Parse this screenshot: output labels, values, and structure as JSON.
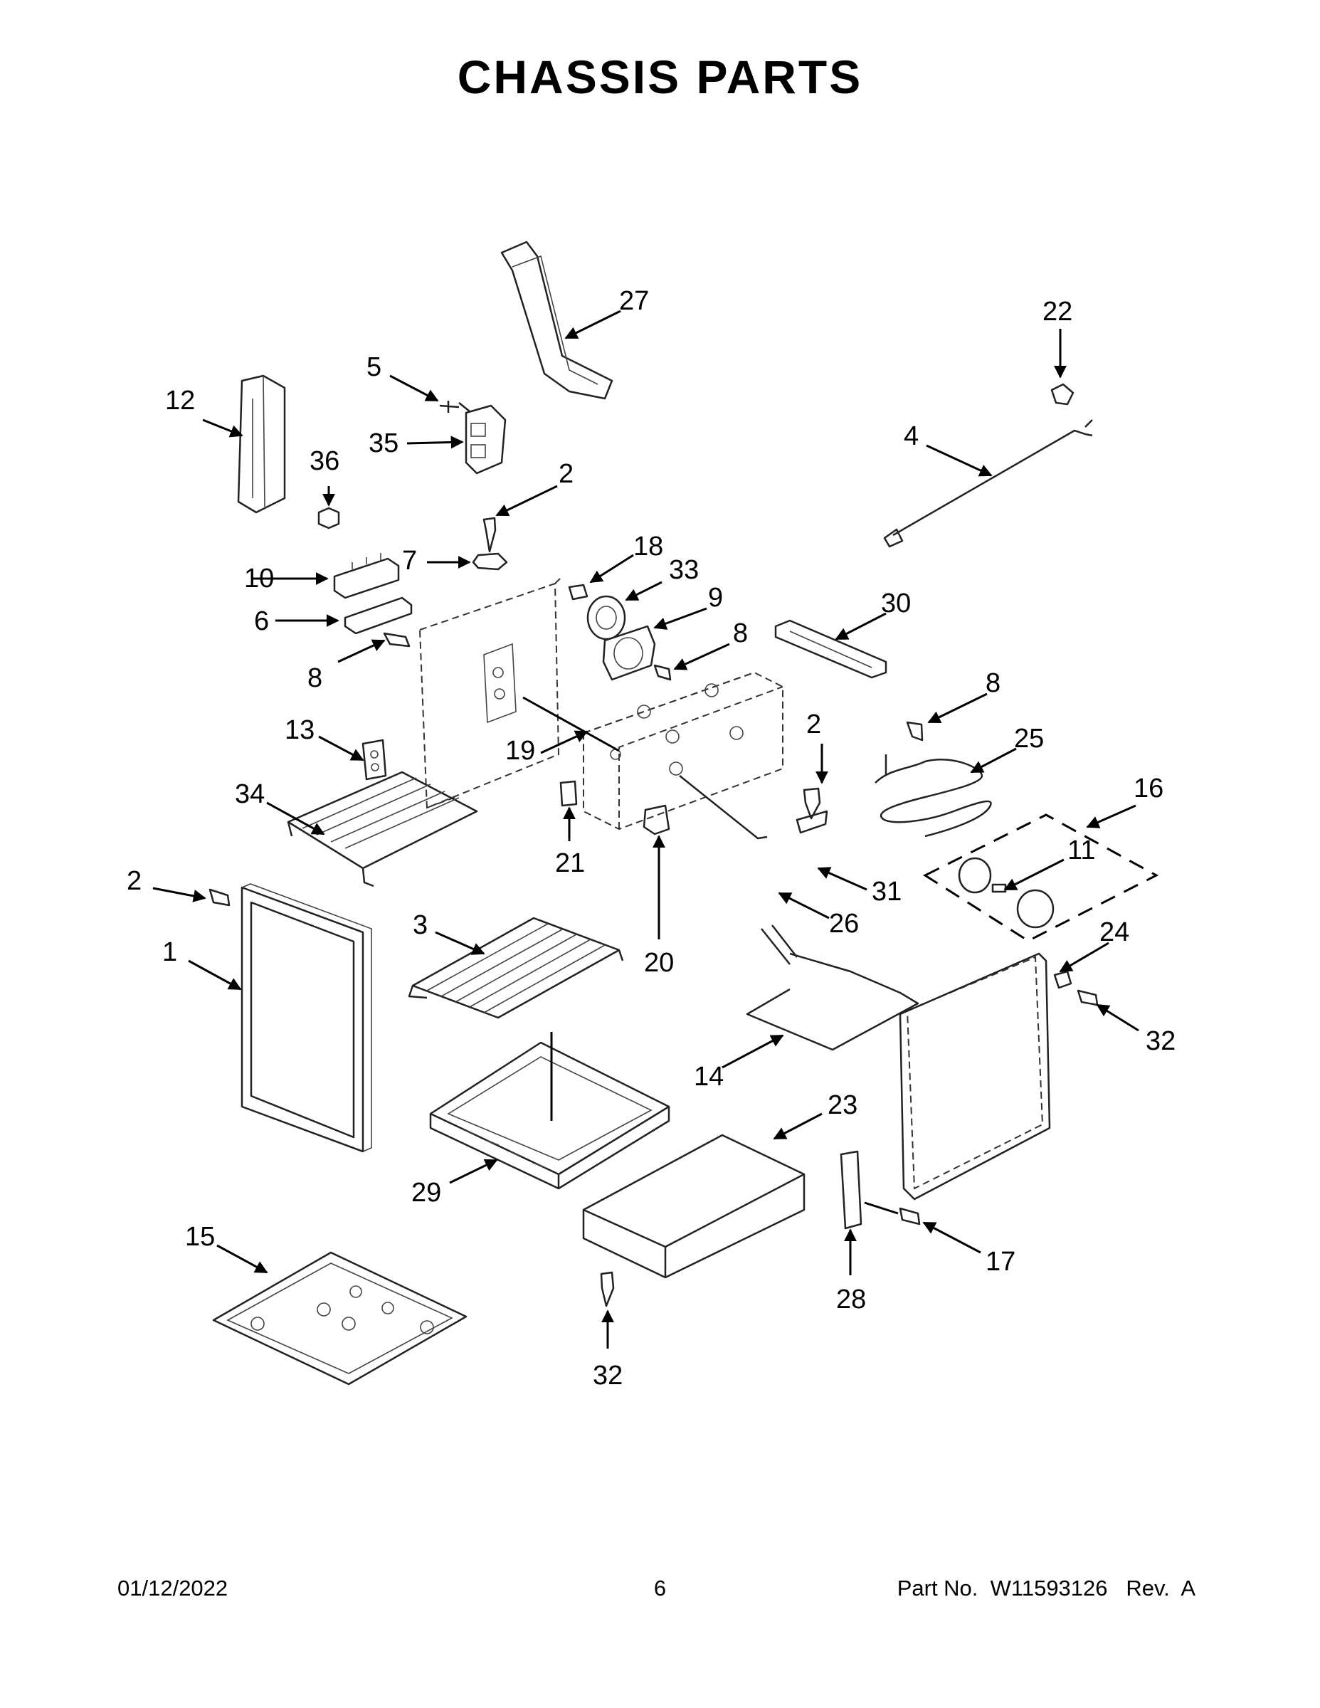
{
  "title": "CHASSIS PARTS",
  "footer": {
    "date": "01/12/2022",
    "page": "6",
    "part_number": "Part No.  W11593126   Rev.  A"
  },
  "callouts": [
    "1",
    "2",
    "3",
    "4",
    "5",
    "6",
    "7",
    "8",
    "9",
    "10",
    "11",
    "12",
    "13",
    "14",
    "15",
    "16",
    "17",
    "18",
    "19",
    "20",
    "21",
    "22",
    "23",
    "24",
    "25",
    "26",
    "27",
    "28",
    "29",
    "30",
    "31",
    "32",
    "33",
    "34",
    "35",
    "36"
  ]
}
